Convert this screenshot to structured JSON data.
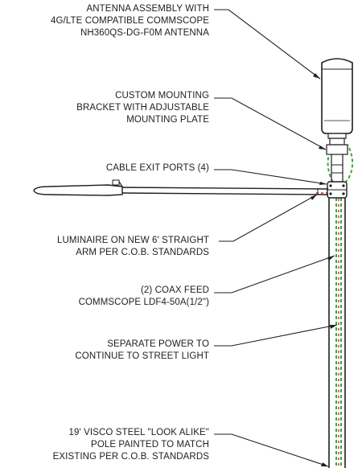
{
  "callouts": [
    {
      "id": "antenna",
      "lines": [
        "ANTENNA ASSEMBLY WITH",
        "4G/LTE COMPATIBLE COMMSCOPE",
        "NH360QS-DG-F0M ANTENNA"
      ]
    },
    {
      "id": "bracket",
      "lines": [
        "CUSTOM MOUNTING",
        "BRACKET WITH ADJUSTABLE",
        "MOUNTING PLATE"
      ]
    },
    {
      "id": "ports",
      "lines": [
        "CABLE EXIT PORTS (4)"
      ]
    },
    {
      "id": "luminaire",
      "lines": [
        "LUMINAIRE ON NEW 6' STRAIGHT",
        "ARM PER C.O.B. STANDARDS"
      ]
    },
    {
      "id": "coax",
      "lines": [
        "(2) COAX FEED",
        "COMMSCOPE LDF4-50A(1/2\")"
      ]
    },
    {
      "id": "power",
      "lines": [
        "SEPARATE POWER TO",
        "CONTINUE TO STREET LIGHT"
      ]
    },
    {
      "id": "pole",
      "lines": [
        "19' VISCO STEEL \"LOOK ALIKE\"",
        "POLE PAINTED TO MATCH",
        "EXISTING PER C.O.B. STANDARDS"
      ]
    }
  ],
  "colors": {
    "line": "#1e1e1e",
    "coax": "#3aa63a",
    "power": "#d23030"
  }
}
